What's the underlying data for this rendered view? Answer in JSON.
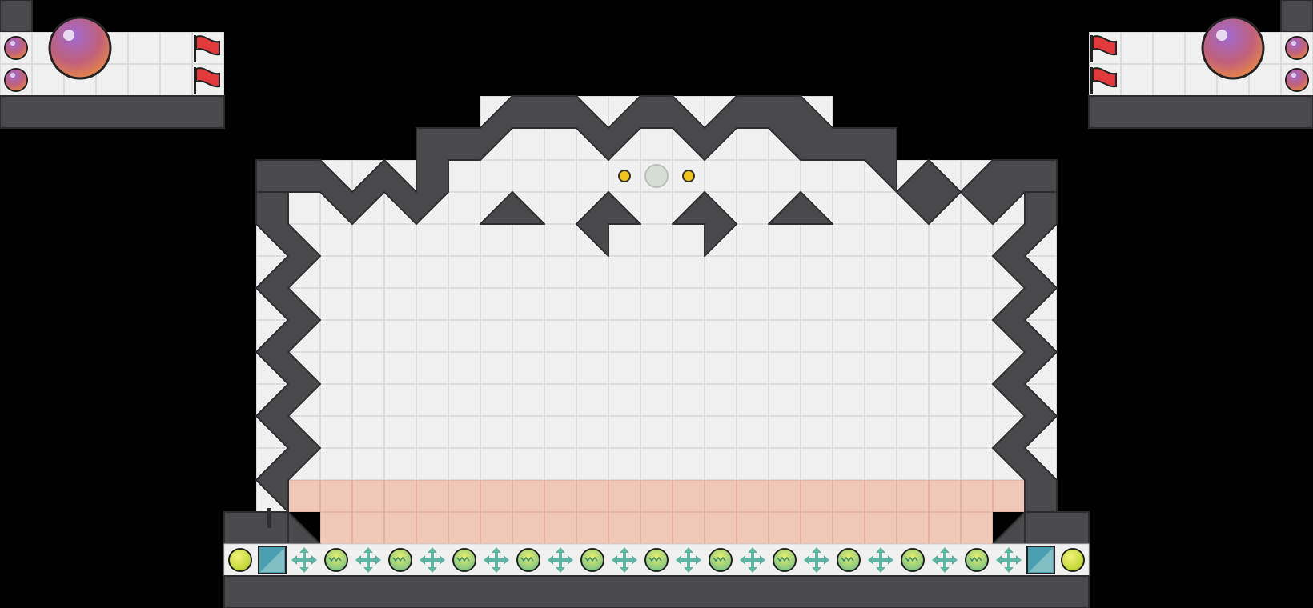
{
  "game": {
    "background": "#000000",
    "board_color": "#f0f0f0",
    "grid_color": "#dddddd",
    "wall_color": "#4a4a4c",
    "wall_edge": "#2e2e30",
    "goal_zone_color": "#f0c8b8",
    "ball_gradient": [
      "#8a4fb0",
      "#f0873a"
    ],
    "flag_color": "#e23a3a",
    "gear_color": "#5fb5a5",
    "orb_color": "#b8d53a",
    "portal_color": "#4a9fb0",
    "marker_color": "#f2c21a"
  },
  "players": [
    {
      "side": "left",
      "lives": 2,
      "flags": 2
    },
    {
      "side": "right",
      "lives": 2,
      "flags": 2
    }
  ],
  "tray": {
    "items": [
      "orb",
      "portal",
      "gear",
      "disc",
      "gear",
      "disc",
      "gear",
      "disc",
      "gear",
      "disc",
      "gear",
      "disc",
      "gear",
      "disc",
      "gear",
      "disc",
      "gear",
      "disc",
      "gear",
      "disc",
      "gear",
      "disc",
      "gear",
      "disc",
      "gear",
      "portal",
      "orb"
    ]
  }
}
